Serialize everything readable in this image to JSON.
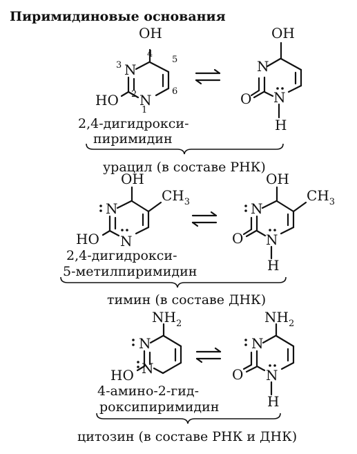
{
  "title": "Пиримидиновые основания",
  "atoms": {
    "oh": "OH",
    "ho": "HO",
    "n": "N",
    "o": "O",
    "h": "H",
    "ch3": "CH",
    "ch3_sub": "3",
    "nh2": "NH",
    "nh2_sub": "2"
  },
  "numbering": [
    "1",
    "2",
    "3",
    "4",
    "5",
    "6"
  ],
  "rows": [
    {
      "name_lines": [
        "2,4-дигидрокси-",
        "пиримидин"
      ],
      "caption": "урацил (в составе РНК)"
    },
    {
      "name_lines": [
        "2,4-дигидрокси-",
        "5-метилпиримидин"
      ],
      "caption": "тимин (в составе ДНК)"
    },
    {
      "name_lines": [
        "4-амино-2-гид-",
        "роксипиримидин"
      ],
      "caption": "цитозин (в составе РНК и ДНК)"
    }
  ]
}
